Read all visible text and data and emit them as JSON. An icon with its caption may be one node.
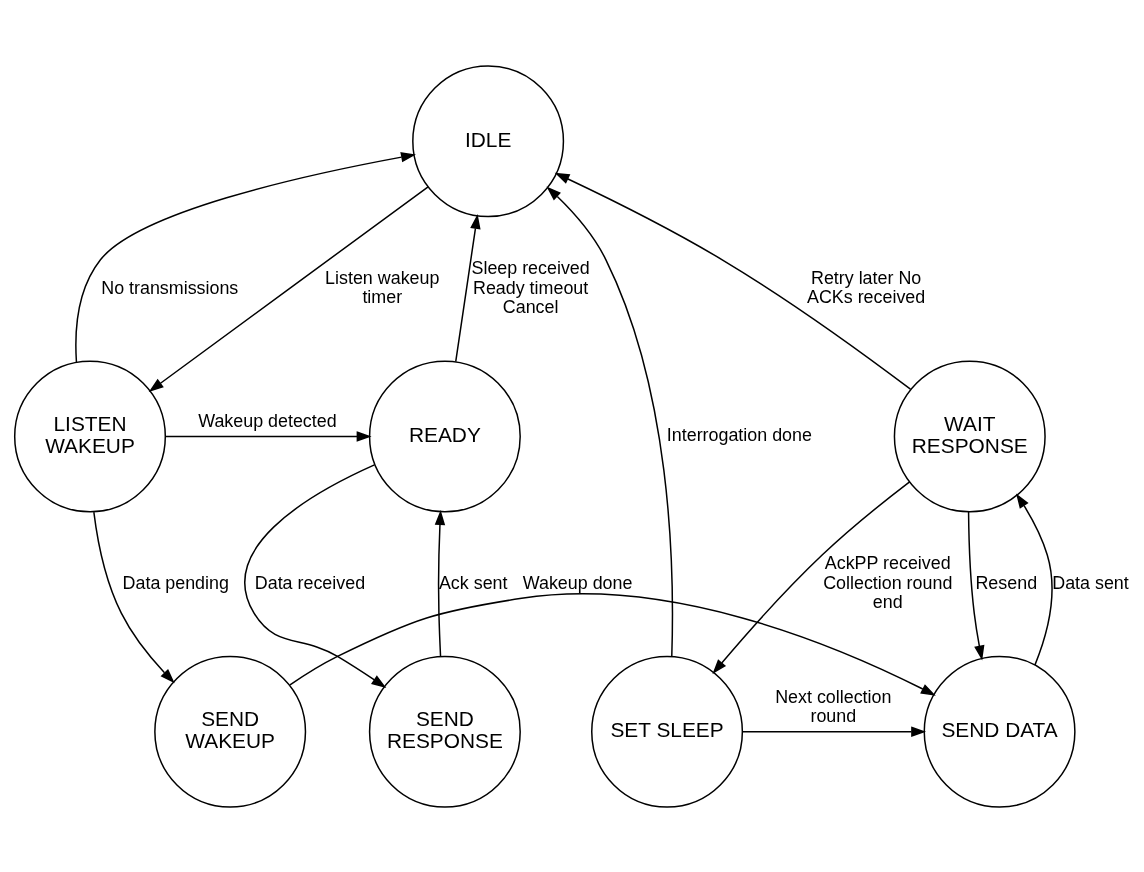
{
  "diagram": {
    "nodes": [
      {
        "text": [
          "IDLE"
        ]
      },
      {
        "text": [
          "LISTEN WAKEUP"
        ]
      },
      {
        "text": [
          "READY"
        ]
      },
      {
        "text": [
          "WAIT RESPONSE"
        ]
      },
      {
        "text": [
          "SEND WAKEUP"
        ]
      },
      {
        "text": [
          "SEND RESPONSE"
        ]
      },
      {
        "text": [
          "SEND DATA"
        ]
      },
      {
        "text": [
          "SET SLEEP"
        ]
      }
    ],
    "edges": [
      {
        "from": 0,
        "to": 1,
        "arrow": "to",
        "label": "Listen wakeup timer"
      },
      {
        "from": 1,
        "to": 0,
        "arrow": "to",
        "label": "No transmissions"
      },
      {
        "from": 1,
        "to": 2,
        "arrow": "to",
        "label": "Wakeup detected"
      },
      {
        "from": 2,
        "to": 0,
        "arrow": "to",
        "label": "Sleep received Ready timeout Cancel"
      },
      {
        "from": 3,
        "to": 0,
        "arrow": "to",
        "label": "Retry later No ACKs received"
      },
      {
        "from": 1,
        "to": 4,
        "arrow": "to",
        "label": "Data pending"
      },
      {
        "from": 2,
        "to": 5,
        "arrow": "to",
        "label": "Data received"
      },
      {
        "from": 5,
        "to": 2,
        "arrow": "to",
        "label": "Ack sent"
      },
      {
        "from": 3,
        "to": 6,
        "arrow": "to",
        "label": "Resend"
      },
      {
        "from": 6,
        "to": 3,
        "arrow": "to",
        "label": "Data sent"
      },
      {
        "from": 3,
        "to": 7,
        "arrow": "to",
        "label": "AckPP received Collection round end"
      },
      {
        "from": 7,
        "to": 6,
        "arrow": "to",
        "label": "Next collection round"
      },
      {
        "from": 4,
        "to": 6,
        "arrow": "to",
        "label": "Wakeup done"
      },
      {
        "from": 7,
        "to": 0,
        "arrow": "to",
        "label": "Interrogation done"
      }
    ]
  }
}
